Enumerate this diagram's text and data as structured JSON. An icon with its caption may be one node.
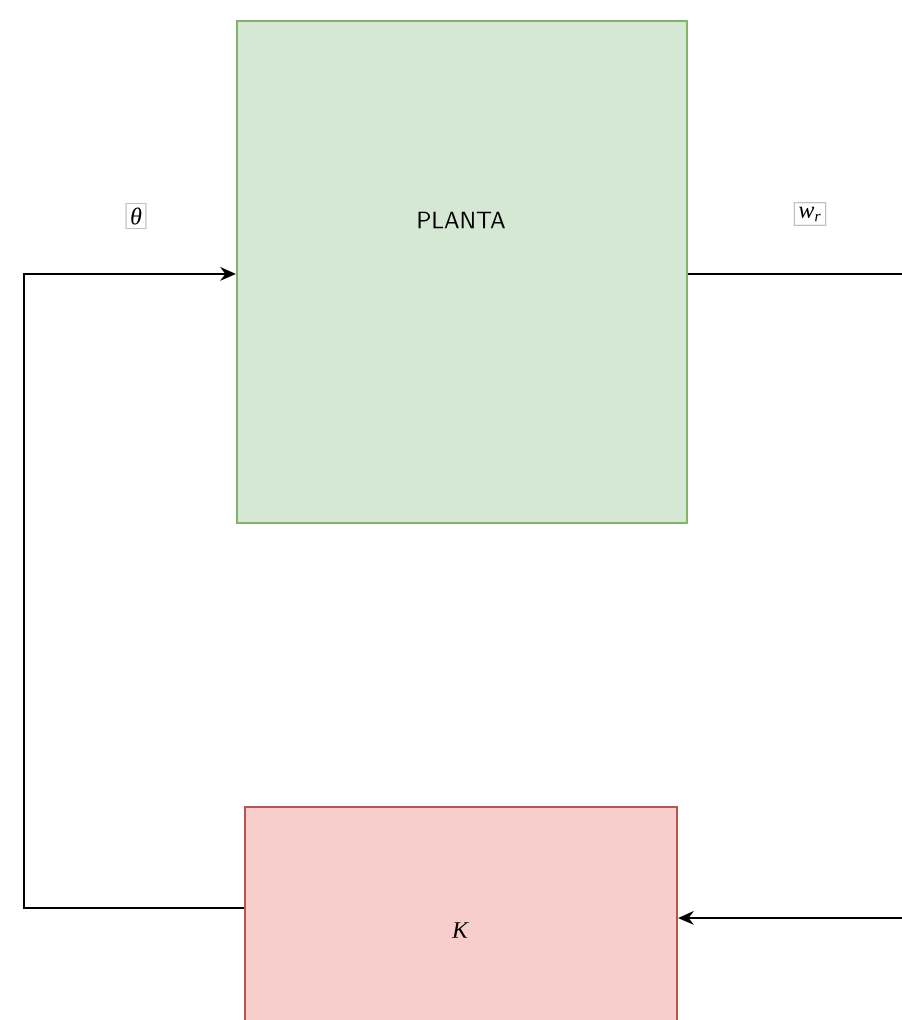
{
  "diagram": {
    "nodes": [
      {
        "text": [
          "PLANTA"
        ]
      },
      {
        "text": [
          "K"
        ]
      }
    ],
    "edges": [
      {
        "from": 1,
        "to": 0,
        "arrow": "to",
        "label": "θ"
      },
      {
        "from": 0,
        "to": null,
        "arrow": "none",
        "label": "w$_{r}$"
      },
      {
        "from": null,
        "to": 1,
        "arrow": "to"
      }
    ]
  }
}
